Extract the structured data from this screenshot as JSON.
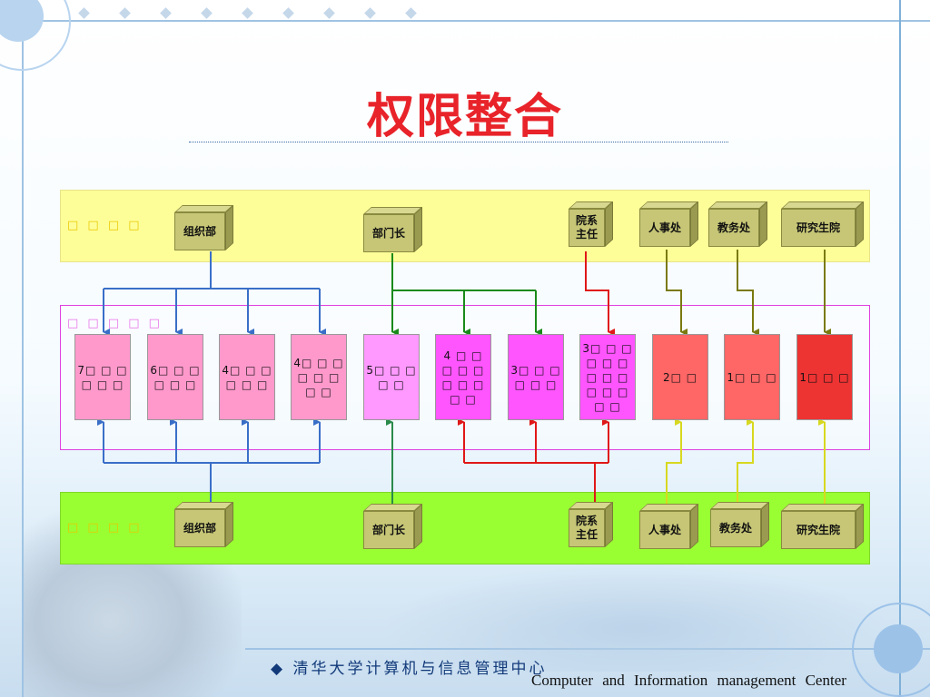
{
  "title": "权限整合",
  "bands": {
    "top_label": "□ □ □ □",
    "middle_label": "□ □ □ □ □",
    "bottom_label": "□ □ □ □"
  },
  "top_sources": {
    "org": "组织部",
    "dept_head": "部门长",
    "faculty_head": "院系\n主任",
    "hr": "人事处",
    "academic": "教务处",
    "grad": "研究生院"
  },
  "bottom_sources": {
    "org": "组织部",
    "dept_head": "部门长",
    "faculty_head": "院系\n主任",
    "hr": "人事处",
    "academic": "教务处",
    "grad": "研究生院"
  },
  "permissions": [
    {
      "text": "7□ □ □ □ □ □",
      "color": "#ff99cc"
    },
    {
      "text": "6□ □ □ □ □ □",
      "color": "#ff99cc"
    },
    {
      "text": "4□ □ □ □ □ □",
      "color": "#ff99cc"
    },
    {
      "text": "4□ □ □ □ □ □ □ □",
      "color": "#ff99cc"
    },
    {
      "text": "5□ □ □ □ □",
      "color": "#ff99ff"
    },
    {
      "text": "4 □ □ □ □ □ □ □ □ □ □",
      "color": "#ff55ff"
    },
    {
      "text": "3□ □ □ □ □ □",
      "color": "#ff55ff"
    },
    {
      "text": "3□ □ □ □ □ □ □ □ □ □ □ □ □ □",
      "color": "#ff55ff"
    },
    {
      "text": "2□ □",
      "color": "#ff6666"
    },
    {
      "text": "1□ □ □",
      "color": "#ff6666"
    },
    {
      "text": "1□ □ □",
      "color": "#ee3333"
    }
  ],
  "footer": {
    "cn": "◆ 清华大学计算机与信息管理中心",
    "en": "Computer and Information management Center"
  },
  "colors": {
    "title": "#e8232a",
    "blue_line": "#3a6fc8",
    "green_line": "#1a8a1a",
    "red_line": "#e01818",
    "olive_line": "#7a7a10",
    "yellow_line": "#d8d820",
    "teal_line": "#2a8a4a"
  }
}
